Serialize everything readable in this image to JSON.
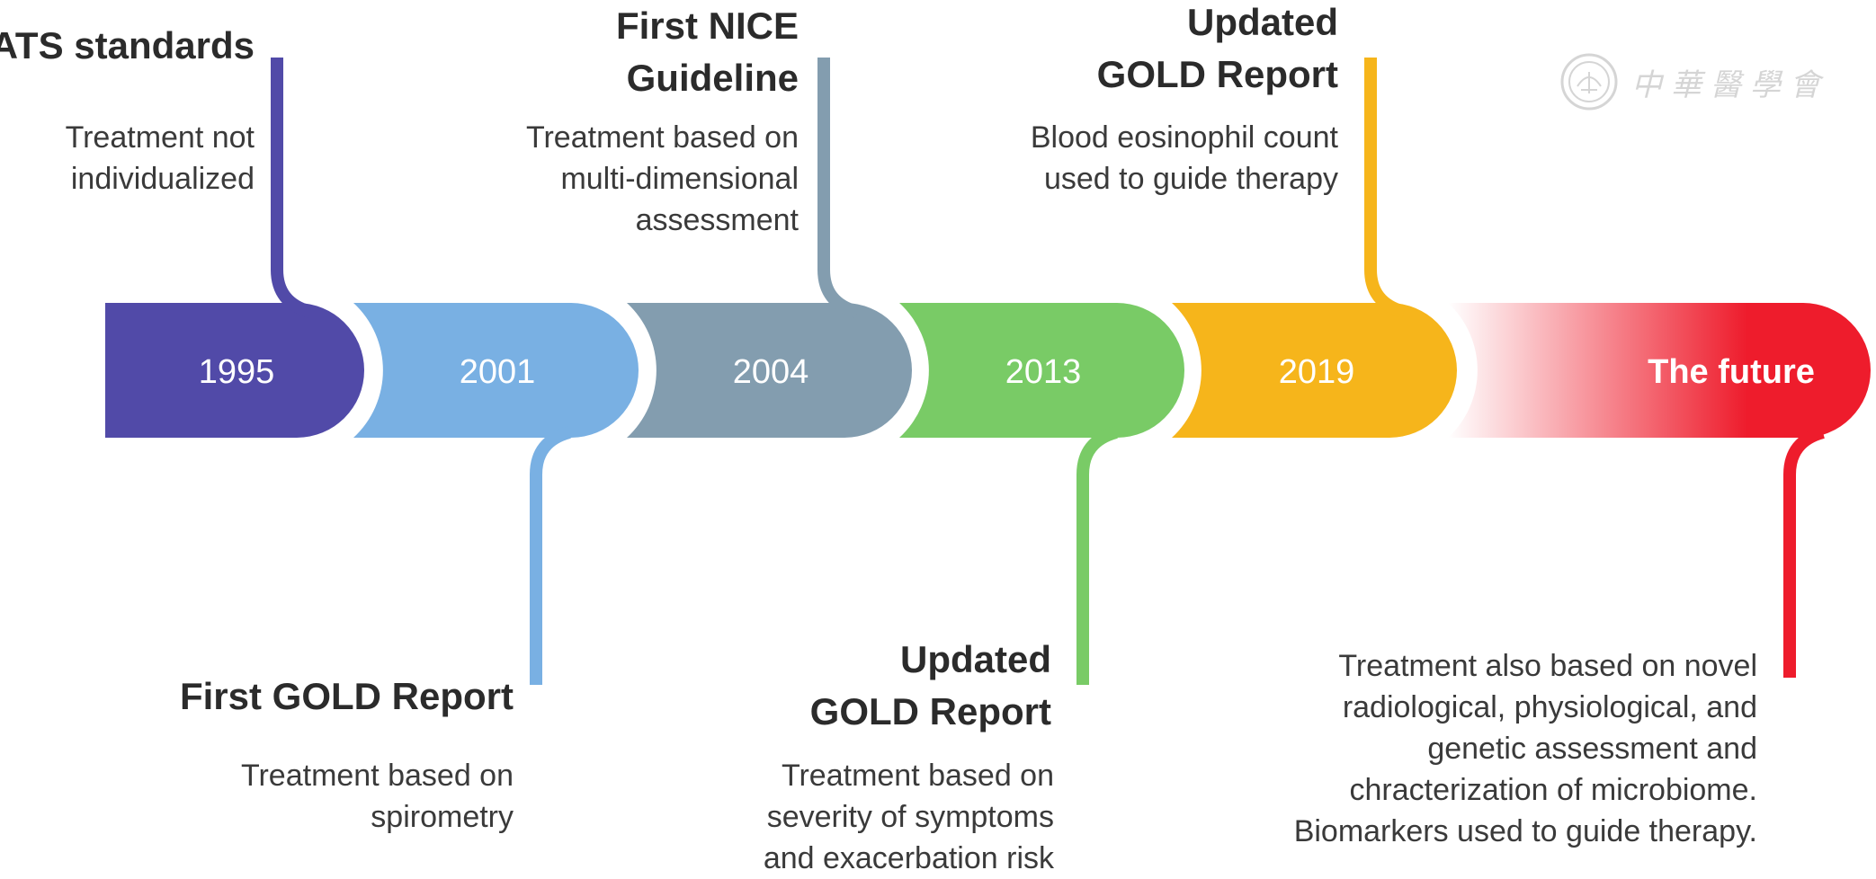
{
  "milestones": [
    {
      "year": "1995",
      "color": "#514aa8",
      "title": [
        "ATS standards"
      ],
      "desc": [
        "Treatment not",
        "individualized"
      ]
    },
    {
      "year": "2001",
      "color": "#79b0e3",
      "title": [
        "First GOLD Report"
      ],
      "desc": [
        "Treatment based on",
        "spirometry"
      ]
    },
    {
      "year": "2004",
      "color": "#839daf",
      "title": [
        "First NICE",
        "Guideline"
      ],
      "desc": [
        "Treatment based on",
        "multi-dimensional",
        "assessment"
      ]
    },
    {
      "year": "2013",
      "color": "#79cb66",
      "title": [
        "Updated",
        "GOLD Report"
      ],
      "desc": [
        "Treatment based on",
        "severity of symptoms",
        "and exacerbation risk"
      ]
    },
    {
      "year": "2019",
      "color": "#f6b51b",
      "title": [
        "Updated",
        "GOLD Report"
      ],
      "desc": [
        "Blood eosinophil count",
        "used to guide therapy"
      ]
    },
    {
      "year": "The future",
      "color": "#ee1c2c",
      "title": [],
      "desc": [
        "Treatment also based on novel",
        "radiological, physiological,  and",
        "genetic assessment and",
        "chracterization of microbiome.",
        "Biomarkers used to guide therapy."
      ]
    }
  ],
  "watermark": {
    "text": "中華醫學會"
  }
}
